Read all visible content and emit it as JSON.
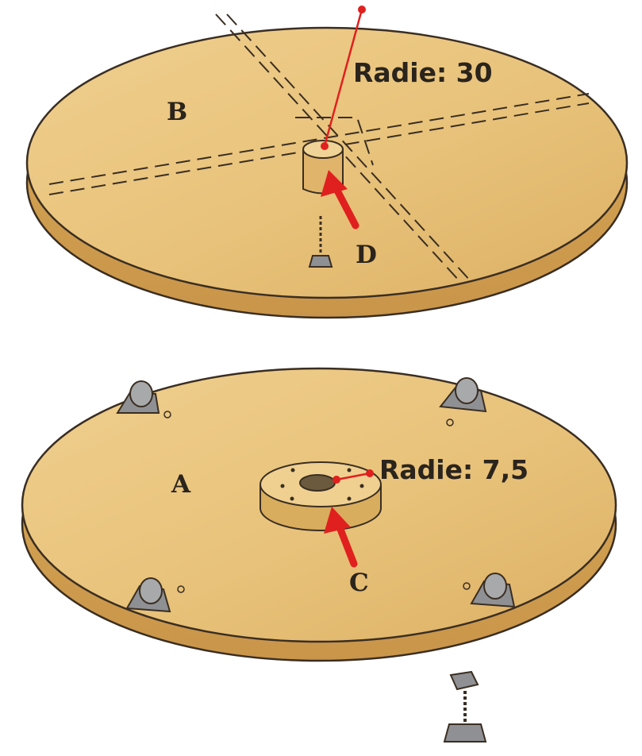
{
  "parts": {
    "disc_b": {
      "label": "B",
      "radius_label": "Radie: 30"
    },
    "disc_a": {
      "label": "A",
      "radius_label": "Radie: 7,5"
    },
    "pointer_d": {
      "label": "D"
    },
    "pointer_c": {
      "label": "C"
    }
  },
  "colors": {
    "wood": "#e8c47c",
    "wood_shade": "#d9ad5e",
    "outline": "#3a2e22",
    "accent": "#e0201e",
    "metal": "#8f9093"
  }
}
